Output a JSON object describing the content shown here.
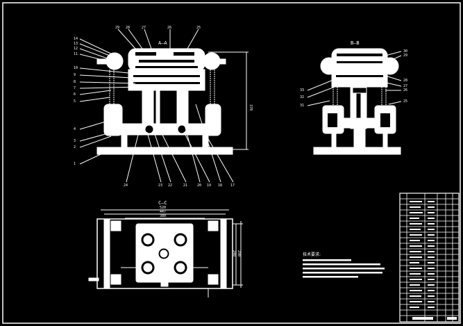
{
  "drawing": {
    "view_aa_title": "A—A",
    "view_bb_title": "B—B",
    "view_cc_title": "C—C",
    "dim_height": "370",
    "dim_width_1": "520",
    "dim_width_2": "447",
    "dim_width_3": "380",
    "dim_side_1": "240",
    "dim_side_2": "290",
    "tech_req_title": "技术要求:",
    "aa_left_labels": [
      "14",
      "13",
      "12",
      "11",
      "10",
      "9",
      "8",
      "7",
      "6",
      "5",
      "4",
      "3",
      "2",
      "1"
    ],
    "aa_top_labels": [
      "29",
      "28",
      "27",
      "26",
      "25"
    ],
    "aa_bottom_labels": [
      "24",
      "23",
      "22",
      "21",
      "20",
      "19",
      "18",
      "17"
    ],
    "bb_left_labels": [
      "33",
      "32",
      "31"
    ],
    "bb_right_labels": [
      "30",
      "29",
      "28",
      "27",
      "26",
      "25"
    ]
  }
}
